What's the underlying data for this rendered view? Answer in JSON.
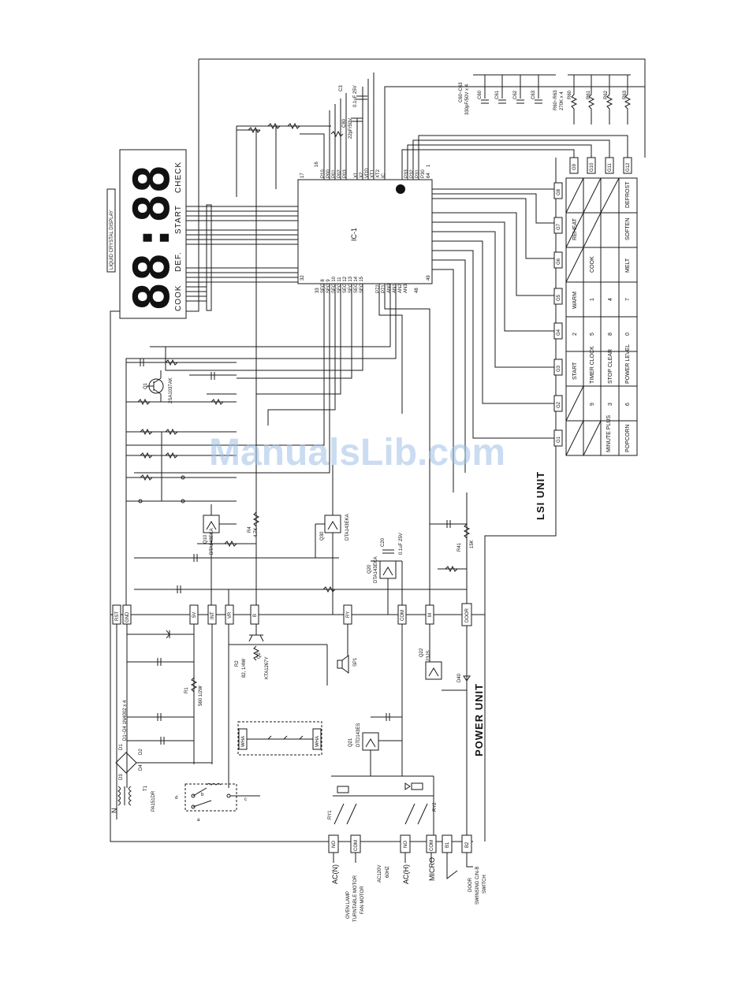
{
  "diagram": {
    "lcd": {
      "title": "LIQUID CRYSTAL DISPLAY",
      "digits": "88:88",
      "words": [
        "COOK",
        "DEF.",
        "START",
        "CHECK"
      ]
    },
    "ic": {
      "name": "IC-1",
      "pins": [
        "17",
        "16",
        "64",
        "32",
        "33",
        "49",
        "48",
        "1"
      ]
    },
    "ic_left_pins": [
      "SEG 8",
      "SEG 9",
      "SEG 10",
      "SEG 11",
      "SEG 12",
      "SEG 13",
      "SEG 14",
      "SEG 15"
    ],
    "ic_bottom_pins": [
      "P72",
      "P71",
      "AN0",
      "AN1",
      "AN2",
      "AN3"
    ],
    "ic_top_pins": [
      "P10",
      "P00",
      "P01",
      "P02",
      "P03",
      "X1",
      "X2",
      "VDD",
      "XT1",
      "XT2",
      "IC",
      "P30",
      "P31",
      "P32",
      "P33"
    ],
    "caps_top": {
      "c3": "C3",
      "c3_val": "0.1uF 25V",
      "c80": "C80",
      "c80_val": "22pF/50V",
      "c60_63": "C60~C63",
      "c60_63_val": "330pF/50V x 4",
      "c60": "C60",
      "c61": "C61",
      "c62": "C62",
      "c63": "C63",
      "r60_63": "R60~R63",
      "r60_63_val": "270K x 4",
      "r60": "R60",
      "r61": "R61",
      "r62": "R62",
      "r63": "R63"
    },
    "g_pins": [
      "G1",
      "G2",
      "G3",
      "G4",
      "G5",
      "G6",
      "G7",
      "G8",
      "G9",
      "G10",
      "G11",
      "G12"
    ],
    "keypad": [
      [
        "POPCORN",
        "MINUTE PLUS"
      ],
      [
        "6",
        "3",
        "9"
      ],
      [
        "POWER LEVEL",
        "STOP CLEAR",
        "TIMER CLOCK",
        "START"
      ],
      [
        "0",
        "8",
        "5",
        "2"
      ],
      [
        "7",
        "4",
        "1",
        "WARM"
      ],
      [
        "MELT",
        "COOK"
      ],
      [
        "SOFTEN",
        "REHEAT"
      ],
      [
        "DEFROST"
      ]
    ],
    "transistors": {
      "q1": "Q1",
      "q1_part": "2SA1037AK",
      "q10": "Q10",
      "q10_part": "DTA143EKA",
      "q30": "Q30",
      "q30_part": "DTA143EKA",
      "q20": "Q20",
      "q20_part": "DTA143EKA",
      "q2": "Q2",
      "q2_part": "KTA1267Y",
      "q21": "Q21",
      "q21_part": "DTD143ES",
      "q22": "Q22",
      "q22_part": "DTA123JS"
    },
    "resistors": {
      "r4": "R4",
      "r4_val": "4.7K",
      "r41": "R41",
      "r41_val": "15K",
      "r2": "R2",
      "r2_val": "82, 1/4W",
      "r1": "R1",
      "r1_val": "560  1/2W"
    },
    "misc": {
      "c20": "C20",
      "c20_val": "0.1uF 25V",
      "sp1": "SP1",
      "d40": "D40",
      "diodes": "D1~D4  1N4002 x 4",
      "d1": "D1",
      "d2": "D2",
      "d3": "D3",
      "d4": "D4",
      "t1": "T1",
      "t1_part": "PA151DR",
      "n": "N",
      "sw_a": "a",
      "sw_b": "b",
      "sw_c": "c",
      "sw_d": "d",
      "ry1": "RY1",
      "ry2": "RY2",
      "wha1": "WHA",
      "wha2": "WHA"
    },
    "connectors": [
      "RST",
      "GND",
      "5V",
      "INT",
      "VR",
      "B",
      "RY",
      "COM",
      "M",
      "DOOR"
    ],
    "bottom_terms": [
      "NO",
      "COM",
      "NO",
      "COM",
      "B1",
      "B2"
    ],
    "bottom_labels": {
      "acn": "AC(N)",
      "oven_lamp": "OVEN LAMP",
      "turntable": "TURNTABLE MOTOR",
      "fan": "FAN MOTOR",
      "ac120": "AC120V",
      "hz": "60HZ",
      "ach": "AC(H)",
      "micro": "MICRO",
      "door1": "DOOR",
      "door2": "SWINSING C/N-B",
      "door3": "SWITCH"
    },
    "sections": {
      "lsi": "LSI UNIT",
      "power": "POWER UNIT"
    },
    "watermark": "ManualsLib.com"
  }
}
